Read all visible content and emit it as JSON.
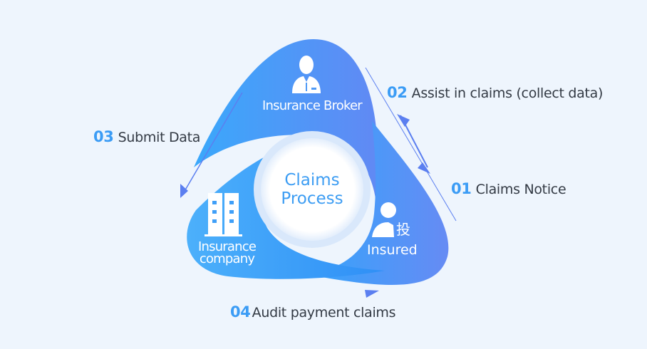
{
  "diagram": {
    "center": {
      "line1": "Claims",
      "line2": "Process"
    },
    "nodes": [
      {
        "id": "broker",
        "label": "Insurance Broker",
        "icon": "businessman-icon"
      },
      {
        "id": "company",
        "label_line1": "Insurance",
        "label_line2": "company",
        "icon": "building-icon"
      },
      {
        "id": "insured",
        "label": "Insured",
        "icon": "insured-person-icon",
        "icon_glyph": "投"
      }
    ],
    "steps": [
      {
        "num": "01",
        "text": "Claims Notice"
      },
      {
        "num": "02",
        "text": "Assist in claims (collect data)"
      },
      {
        "num": "03",
        "text": "Submit Data"
      },
      {
        "num": "04",
        "text": "Audit payment claims"
      }
    ],
    "colors": {
      "background": "#eef5fd",
      "petal_light": "#3aa5fb",
      "petal_dark": "#5a8ff5",
      "number": "#3b9cf5",
      "text": "#333a44",
      "center_text": "#3d9df3",
      "arrow": "#5b7ff0"
    }
  }
}
